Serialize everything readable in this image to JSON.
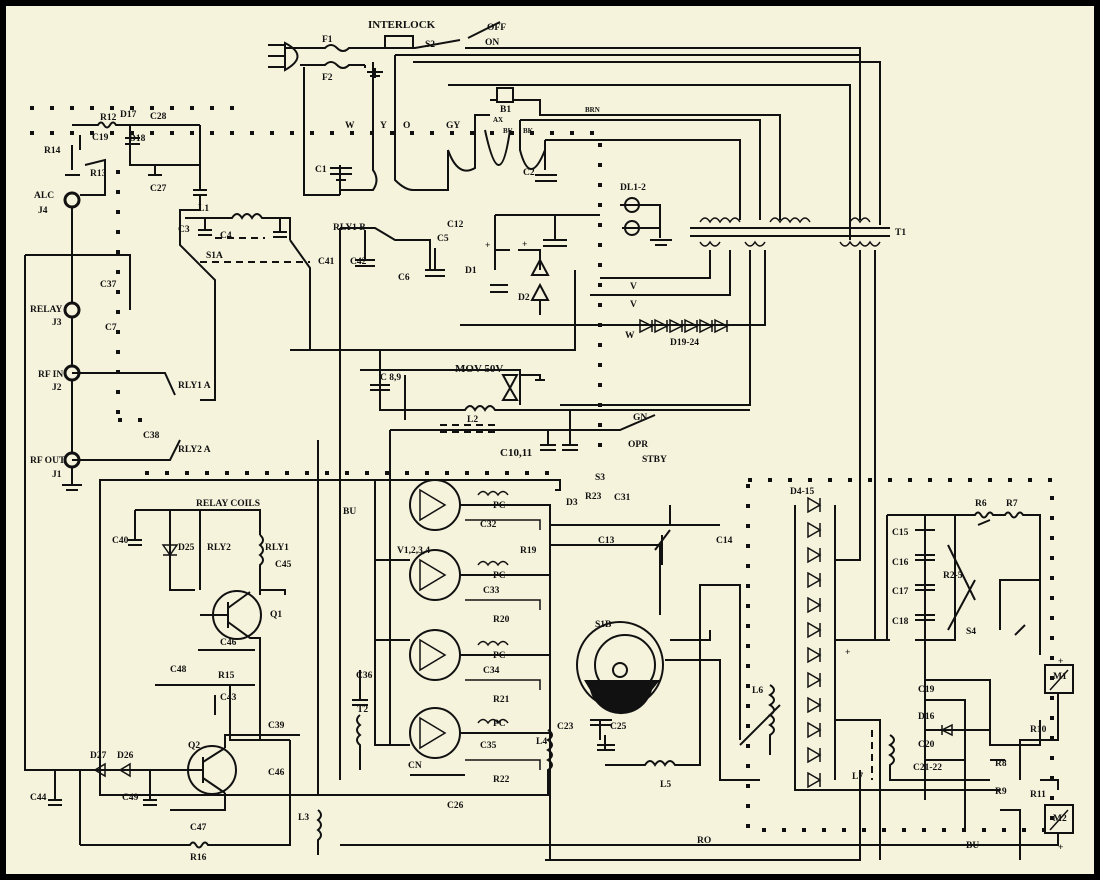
{
  "colors": {
    "background": "#f5f3dc",
    "ink": "#111111",
    "border": "#000000"
  },
  "labels": {
    "interlock": "INTERLOCK",
    "off": "OFF",
    "on": "ON",
    "f1": "F1",
    "f2": "F2",
    "s2": "S2",
    "w1": "W",
    "y": "Y",
    "o": "O",
    "gy": "GY",
    "b1": "B1",
    "brn": "BRN",
    "ax": "AX",
    "bu1": "BU",
    "bk": "BK",
    "c1": "C1",
    "c2": "C2",
    "r12": "R12",
    "d17": "D17",
    "c28": "C28",
    "c19a": "C19",
    "d18": "D18",
    "r14": "R14",
    "r13": "R13",
    "c27": "C27",
    "alc": "ALC",
    "j4": "J4",
    "l1": "L1",
    "c3": "C3",
    "c4": "C4",
    "s1a": "S1A",
    "rly1b": "RLY1 B",
    "c41": "C41",
    "c42": "C42",
    "c12": "C12",
    "c5": "C5",
    "c6": "C6",
    "d1": "D1",
    "d2": "D2",
    "dl12": "DL1-2",
    "t1": "T1",
    "v1": "V",
    "v2": "V",
    "w2": "W",
    "d1924": "D19-24",
    "relay": "RELAY",
    "j3": "J3",
    "c37": "C37",
    "c7": "C7",
    "rfin": "RF IN",
    "j2": "J2",
    "rly1a": "RLY1 A",
    "c38": "C38",
    "rly2a": "RLY2 A",
    "rfout": "RF OUT",
    "j1": "J1",
    "mov": "MOV 50V",
    "c89": "C 8,9",
    "l2": "L2",
    "gn": "GN",
    "opr": "OPR",
    "stby": "STBY",
    "s3": "S3",
    "c1011": "C10,11",
    "d3": "D3",
    "r23": "R23",
    "c31": "C31",
    "c13": "C13",
    "relaycoils": "RELAY COILS",
    "c40": "C40",
    "d25": "D25",
    "rly2": "RLY2",
    "rly1": "RLY1",
    "c45": "C45",
    "q1": "Q1",
    "bu2": "BU",
    "v1234": "V1,2,3,4",
    "pc1": "PC",
    "c32": "C32",
    "r19": "R19",
    "pc2": "PC",
    "c33": "C33",
    "r20": "R20",
    "c14": "C14",
    "d415": "D4-15",
    "r6": "R6",
    "r7": "R7",
    "c15": "C15",
    "c16": "C16",
    "c17": "C17",
    "c18": "C18",
    "r25": "R2-5",
    "s4": "S4",
    "m1": "M1",
    "r10": "R10",
    "c46a": "C46",
    "c48": "C48",
    "r15": "R15",
    "c43": "C43",
    "s1b": "S1B",
    "pc3": "PC",
    "c34": "C34",
    "r21": "R21",
    "c36": "C36",
    "t2": "T2",
    "cn": "CN",
    "pc4": "PC",
    "c35": "C35",
    "r22": "R22",
    "l4": "L4",
    "c23": "C23",
    "c25": "C25",
    "l6": "L6",
    "c19b": "C19",
    "d16": "D16",
    "c20": "C20",
    "r8": "R8",
    "c2122": "C21-22",
    "l7": "L7",
    "r9": "R9",
    "r11": "R11",
    "m2": "M2",
    "c39": "C39",
    "c44": "C44",
    "d27": "D27",
    "d26": "D26",
    "q2": "Q2",
    "c46b": "C46",
    "c49": "C49",
    "c47": "C47",
    "r16": "R16",
    "l3": "L3",
    "c26": "C26",
    "l5": "L5",
    "ro": "RO",
    "bu3": "BU",
    "plus1": "+",
    "plus2": "+",
    "plus3": "+",
    "plus4": "+",
    "plus5": "+"
  }
}
